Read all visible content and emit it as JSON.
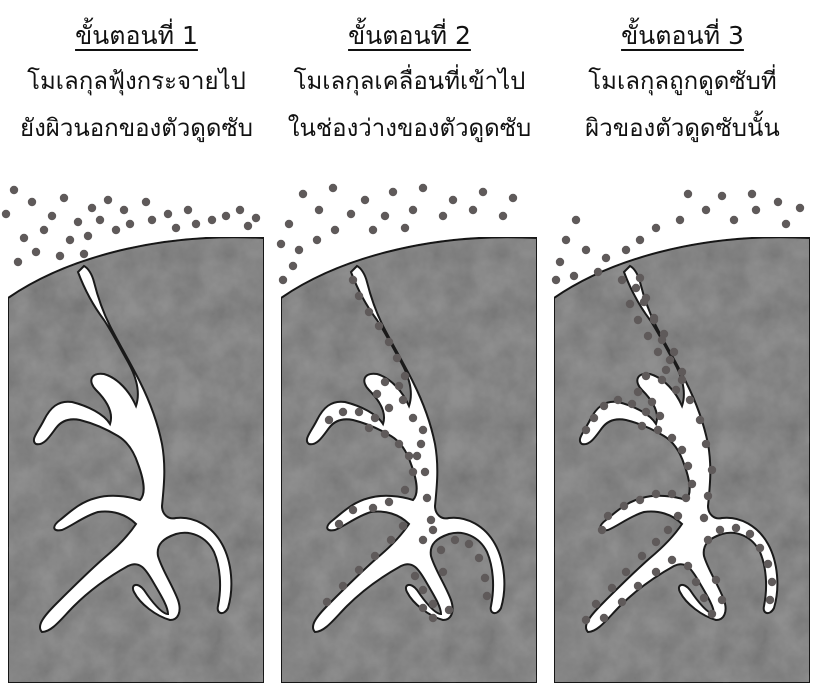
{
  "panels": [
    {
      "step": "ขั้นตอนที่ 1",
      "line1": "โมเลกุลฟุ้งกระจายไป",
      "line2": "ยังผิวนอกของตัวดูดซับ",
      "molecules": "outside"
    },
    {
      "step": "ขั้นตอนที่ 2",
      "line1": "โมเลกุลเคลื่อนที่เข้าไป",
      "line2": "ในช่องว่างของตัวดูดซับ",
      "molecules": "inside"
    },
    {
      "step": "ขั้นตอนที่ 3",
      "line1": "โมเลกุลถูกดูดซับที่",
      "line2": "ผิวของตัวดูดซับนั้น",
      "molecules": "walls"
    }
  ],
  "colors": {
    "adsorbent": "#8f8f8f",
    "pore": "#ffffff",
    "molecule": "#5f5a5a",
    "outline": "#1a1a1a"
  }
}
